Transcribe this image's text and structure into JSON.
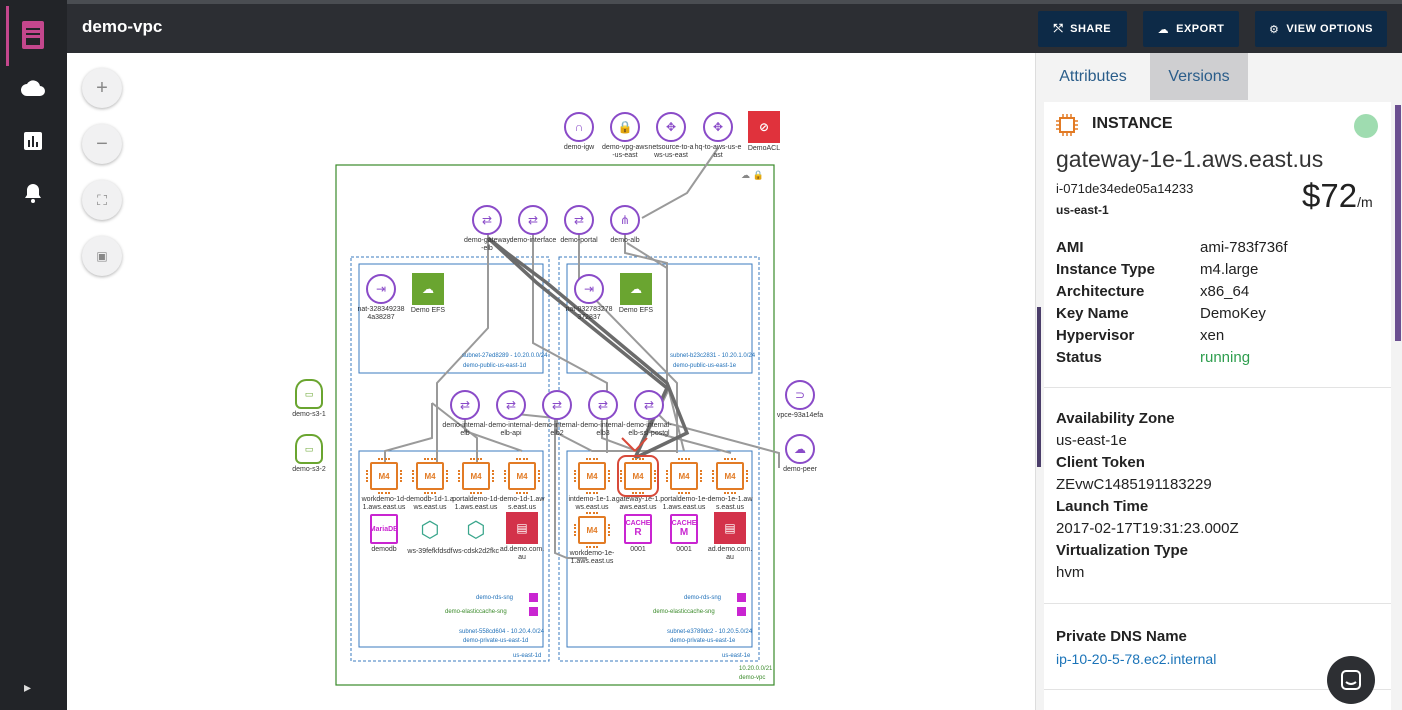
{
  "app": {
    "title": "demo-vpc",
    "toolbar": {
      "share": "SHARE",
      "export": "EXPORT",
      "view_options": "VIEW OPTIONS"
    }
  },
  "rail": {
    "icons": [
      "document-icon",
      "cloud-icon",
      "bar-chart-icon",
      "bell-icon",
      "chevron-right-icon"
    ]
  },
  "canvas": {
    "zoom_in": "+",
    "zoom_out": "−"
  },
  "diagram": {
    "top_nodes": [
      "demo-igw",
      "demo-vpg-aws-us-east",
      "netsource-to-aws-us-east",
      "hq-to-aws-us-east",
      "DemoACL"
    ],
    "elbs_top": [
      "demo-gateway-elb",
      "demo-interface",
      "demo-portal",
      "demo-alb"
    ],
    "public_left": {
      "nat": "nat-3283492384a38287",
      "efs": "Demo EFS",
      "subnet": "subnet-27ed8289 - 10.20.0.0/24",
      "name": "demo-public-us-east-1d"
    },
    "public_right": {
      "nat": "nat-032783278372837",
      "efs": "Demo EFS",
      "subnet": "subnet-b23c2831 - 10.20.1.0/24",
      "name": "demo-public-us-east-1e"
    },
    "elbs_mid": [
      "demo-internal-elb",
      "demo-internal-elb-api",
      "demo-internal-elb2",
      "demo-internal-elb3",
      "demo-internal-elb-ssl-postgl"
    ],
    "s3": [
      "demo-s3-1",
      "demo-s3-2"
    ],
    "right_side": [
      "vpce-93a14efa",
      "demo-peer"
    ],
    "private_left": {
      "instances": [
        "workdemo-1d-1.aws.east.us",
        "demodb-1d-1.aws.east.us",
        "portaldemo-1d-1.aws.east.us",
        "demo-1d-1.aws.east.us"
      ],
      "bottom": [
        "demodb",
        "ws-39fefkfdsdf",
        "ws-cdsk2d2fkc",
        "ad.demo.com.au"
      ],
      "rds": "demo-rds-sng",
      "cache": "demo-elasticcache-sng",
      "subnet": "subnet-558cd604 - 10.20.4.0/24",
      "name": "demo-private-us-east-1d",
      "az": "us-east-1d"
    },
    "private_right": {
      "instances": [
        "intdemo-1e-1.aws.east.us",
        "gateway-1e-1.aws.east.us",
        "portaldemo-1e-1.aws.east.us",
        "demo-1e-1.aws.east.us"
      ],
      "workdemo": "workdemo-1e-1.aws.east.us",
      "bottom": [
        "0001",
        "0001",
        "ad.demo.com.au"
      ],
      "rds": "demo-rds-sng",
      "cache": "demo-elasticcache-sng",
      "subnet": "subnet-e3789dc2 - 10.20.5.0/24",
      "name": "demo-private-us-east-1e",
      "az": "us-east-1e"
    },
    "vpc_cidr": "10.20.0.0/21",
    "vpc_name": "demo-vpc",
    "chip_label": "M4",
    "cache_label": "CACHE",
    "cache_r": "R",
    "cache_m": "M",
    "db_label": "MariaDB"
  },
  "panel": {
    "tabs": [
      "Attributes",
      "Versions"
    ],
    "type": "INSTANCE",
    "name": "gateway-1e-1.aws.east.us",
    "id": "i-071de34ede05a14233",
    "region": "us-east-1",
    "price": "$72",
    "price_unit": "/m",
    "attrs": [
      {
        "k": "AMI",
        "v": "ami-783f736f"
      },
      {
        "k": "Instance Type",
        "v": "m4.large"
      },
      {
        "k": "Architecture",
        "v": "x86_64"
      },
      {
        "k": "Key Name",
        "v": "DemoKey"
      },
      {
        "k": "Hypervisor",
        "v": "xen"
      },
      {
        "k": "Status",
        "v": "running"
      }
    ],
    "az_label": "Availability Zone",
    "az": "us-east-1e",
    "token_label": "Client Token",
    "token": "ZEvwC1485191183229",
    "launch_label": "Launch Time",
    "launch": "2017-02-17T19:31:23.000Z",
    "virt_label": "Virtualization Type",
    "virt": "hvm",
    "dns_label": "Private DNS Name",
    "dns": "ip-10-20-5-78.ec2.internal",
    "colors": {
      "status_running": "#2e9e4e",
      "link": "#1a73b8",
      "status_dot": "#9fdcb0"
    }
  }
}
